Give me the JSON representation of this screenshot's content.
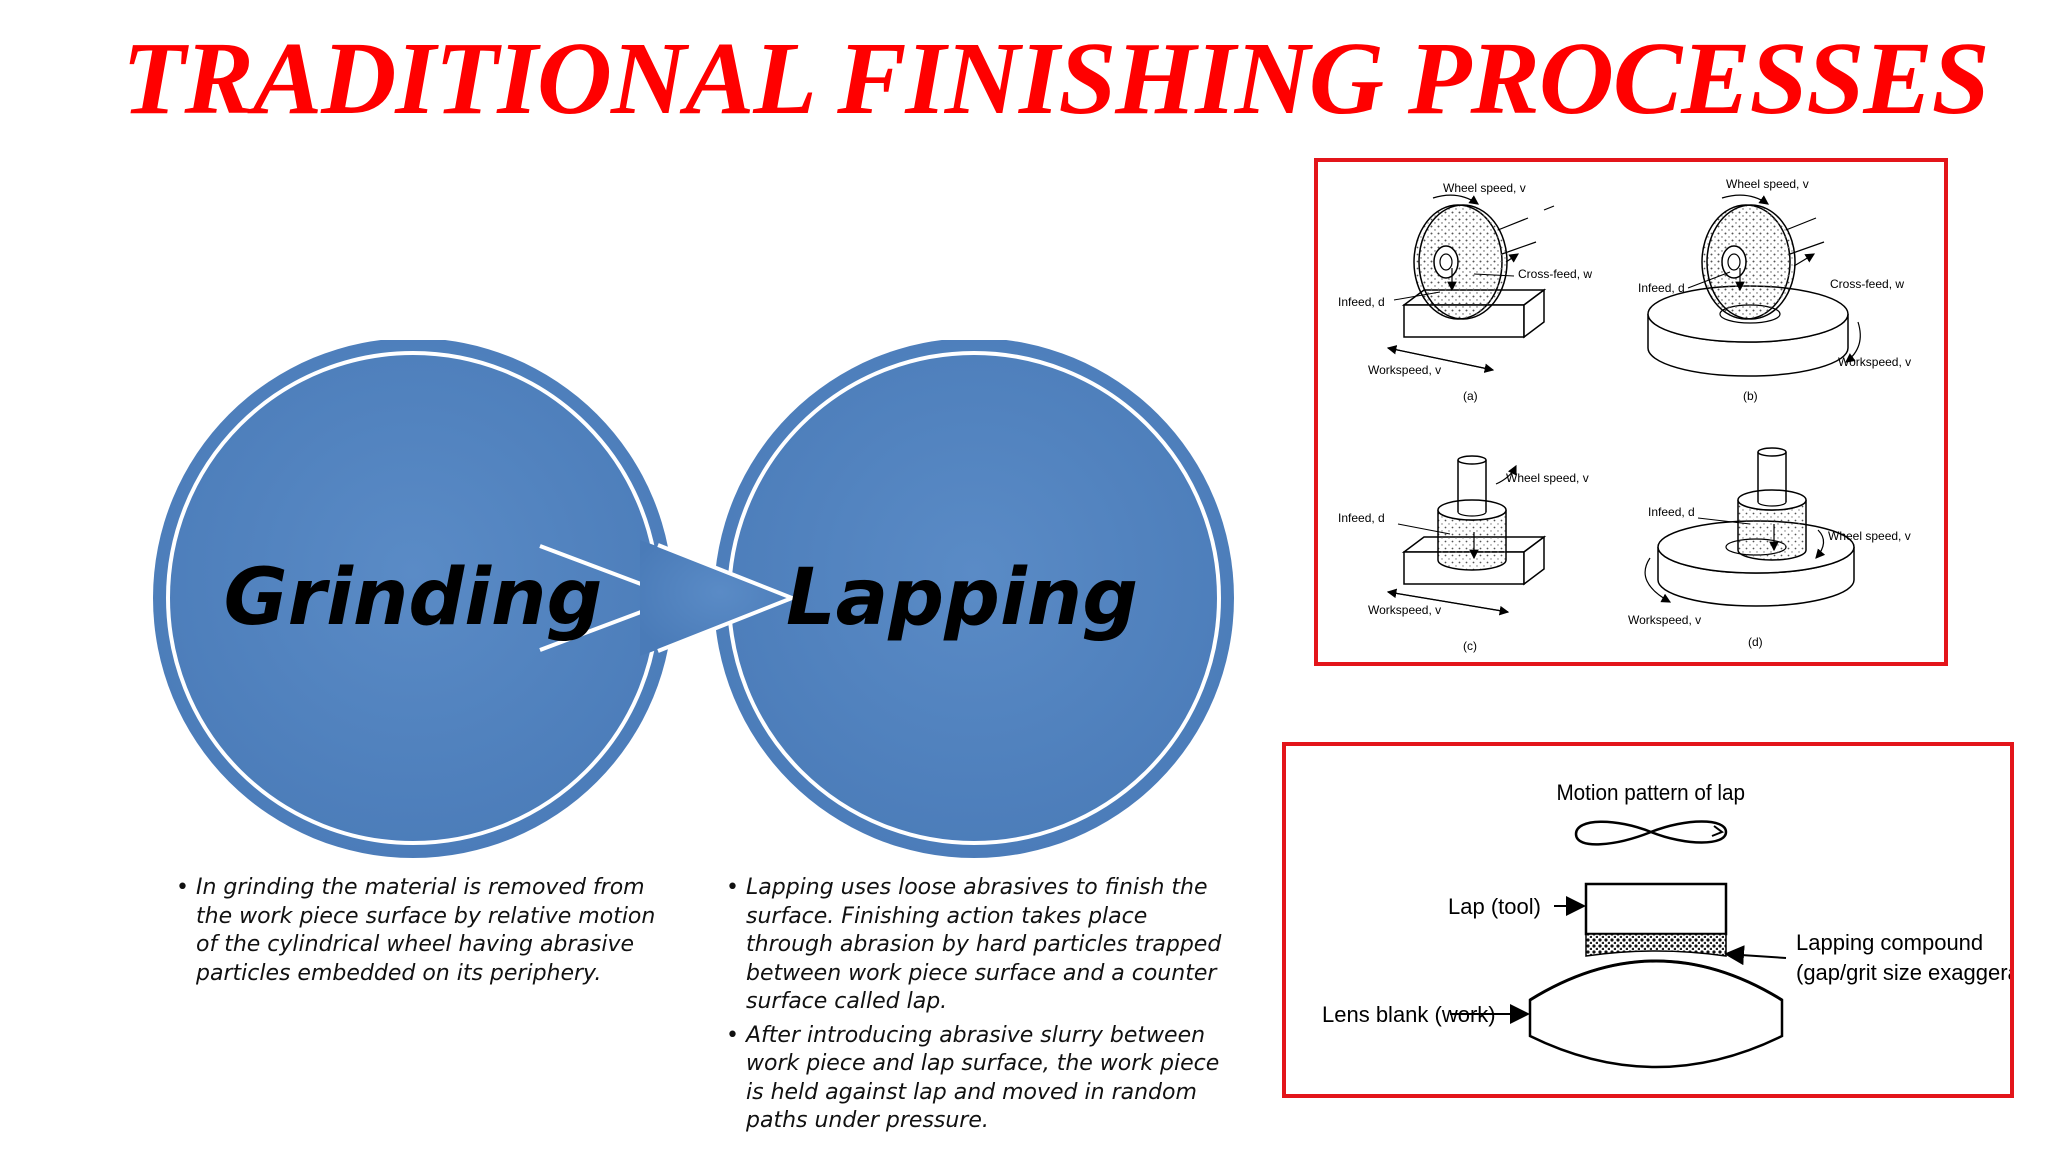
{
  "page": {
    "title": "TRADITIONAL FINISHING PROCESSES"
  },
  "venn": {
    "left_label": "Grinding",
    "right_label": "Lapping"
  },
  "bullets": {
    "grinding": [
      "In grinding the material is removed from the work piece  surface by relative motion of the cylindrical wheel having  abrasive particles embedded on its periphery."
    ],
    "lapping": [
      "Lapping uses loose abrasives to finish the surface. Finishing  action takes place through abrasion by hard particles trapped between work piece surface and a counter surface called lap.",
      "After introducing abrasive slurry between work piece and lap  surface, the work piece is held against lap and moved in  random paths under pressure."
    ]
  },
  "grinding_figure": {
    "a": {
      "caption": "(a)",
      "wheel_speed": "Wheel speed, v",
      "cross_feed": "Cross-feed, w",
      "infeed": "Infeed, d",
      "workspeed": "Workspeed, v"
    },
    "b": {
      "caption": "(b)",
      "wheel_speed": "Wheel speed, v",
      "cross_feed": "Cross-feed, w",
      "infeed": "Infeed, d",
      "workspeed": "Workspeed, v"
    },
    "c": {
      "caption": "(c)",
      "wheel_speed": "Wheel speed, v",
      "infeed": "Infeed, d",
      "workspeed": "Workspeed, v"
    },
    "d": {
      "caption": "(d)",
      "wheel_speed": "Wheel speed, v",
      "infeed": "Infeed, d",
      "workspeed": "Workspeed, v"
    }
  },
  "lapping_figure": {
    "motion": "Motion pattern of lap",
    "lap": "Lap (tool)",
    "compound_line1": "Lapping compound",
    "compound_line2": "(gap/grit size exaggerated)",
    "lens": "Lens blank (work)"
  },
  "colors": {
    "title": "#ff0000",
    "circle": "#4f81bd",
    "border": "#e3151a"
  }
}
